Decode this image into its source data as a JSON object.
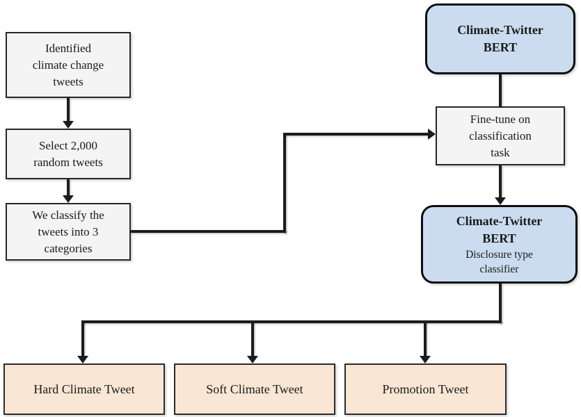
{
  "diagram": {
    "colors": {
      "process_fill": "#f4f4f4",
      "model_fill": "#cbdcf0",
      "output_fill": "#f9e6d4",
      "line_color": "#1c1c1c"
    },
    "nodes": {
      "identified": {
        "lines": [
          "Identified",
          "climate change",
          "tweets"
        ]
      },
      "select": {
        "lines": [
          "Select 2,000",
          "random tweets"
        ]
      },
      "classify": {
        "lines": [
          "We classify the",
          "tweets into 3",
          "categories"
        ]
      },
      "bert": {
        "title_lines": [
          "Climate-Twitter",
          "BERT"
        ]
      },
      "finetune": {
        "lines": [
          "Fine-tune on",
          "classification",
          "task"
        ]
      },
      "bert_classifier": {
        "title_lines": [
          "Climate-Twitter",
          "BERT"
        ],
        "subtitle_lines": [
          "Disclosure type",
          "classifier"
        ]
      },
      "hard": {
        "text": "Hard Climate Tweet"
      },
      "soft": {
        "text": "Soft Climate Tweet"
      },
      "promotion": {
        "text": "Promotion Tweet"
      }
    }
  }
}
